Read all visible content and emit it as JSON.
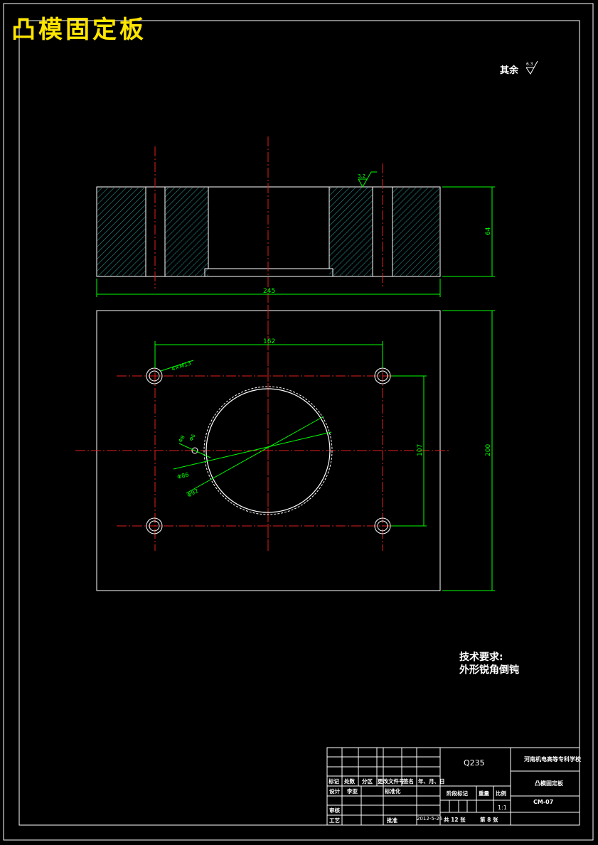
{
  "title": "凸模固定板",
  "roughness": {
    "label": "其余",
    "value": "6.3"
  },
  "section_view": {
    "surface_roughness": "3.2",
    "dim_width": "245",
    "dim_height": "64"
  },
  "plan_view": {
    "dim_hole_spacing_x": "162",
    "dim_hole_spacing_y": "107",
    "dim_height": "200",
    "hole_callout": "4×M13",
    "bore_inner": "Φ86",
    "bore_outer": "Φ92",
    "small_hole_a": "Φ8",
    "small_hole_b": "Φ6"
  },
  "tech_requirements": {
    "heading": "技术要求:",
    "line1": "外形锐角倒钝"
  },
  "title_block": {
    "material": "Q235",
    "school": "河南机电高等专科学校",
    "part_name": "凸模固定板",
    "drawing_no": "CM-07",
    "scale": "1:1",
    "date": "2012-5-26",
    "row_labels": [
      "标记",
      "处数",
      "分区",
      "更改文件号",
      "签名",
      "年、月、日"
    ],
    "design_label": "设计",
    "designer": "李亚",
    "standard_label": "标准化",
    "review_label": "审核",
    "craft_label": "工艺",
    "approve_label": "批准",
    "stage_label": "阶段标记",
    "weight_label": "重量",
    "scale_label": "比例",
    "sheets": "共 12 张",
    "sheet_no": "第 8 张"
  }
}
